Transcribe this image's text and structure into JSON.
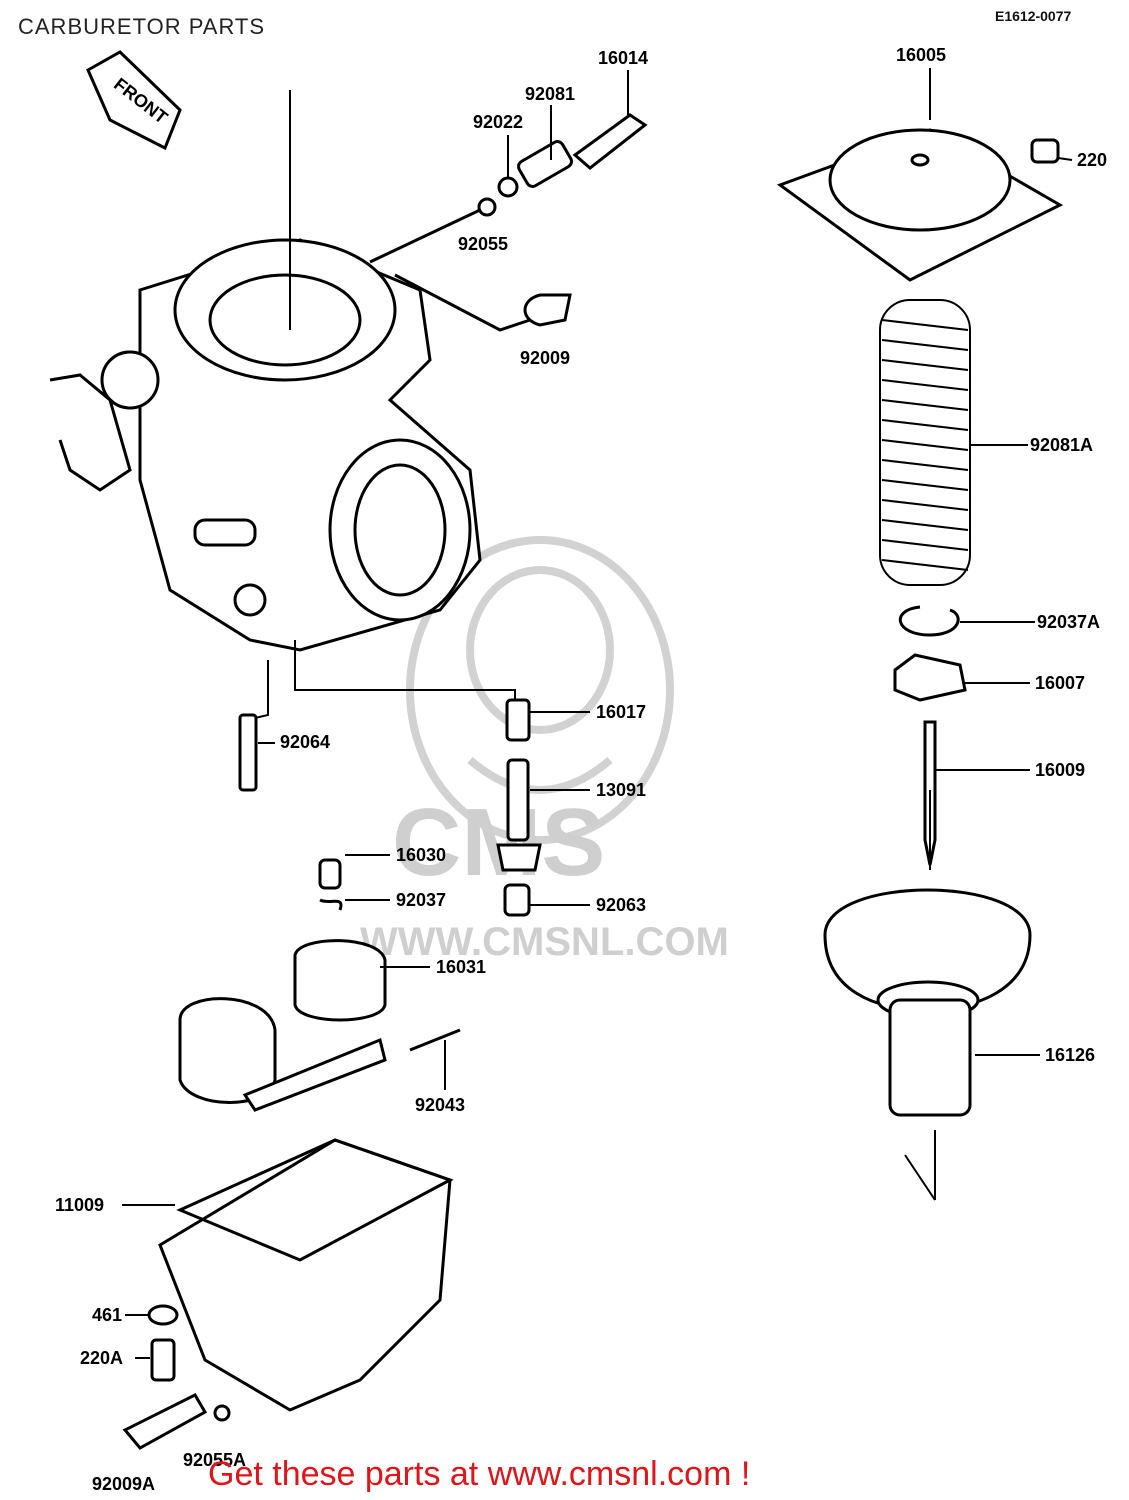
{
  "title": "CARBURETOR PARTS",
  "diagram_code": "E1612-0077",
  "front_tag": "FRONT",
  "watermark": {
    "brand": "CMS",
    "url": "WWW.CMSNL.COM"
  },
  "promo": "Get these parts at www.cmsnl.com !",
  "parts": {
    "p16014": "16014",
    "p92081": "92081",
    "p92022": "92022",
    "p92055": "92055",
    "p92009": "92009",
    "p16005": "16005",
    "p220": "220",
    "p92081A": "92081A",
    "p92037A": "92037A",
    "p16007": "16007",
    "p16009": "16009",
    "p16017": "16017",
    "p92064": "92064",
    "p13091": "13091",
    "p16030": "16030",
    "p92037": "92037",
    "p92063": "92063",
    "p16031": "16031",
    "p92043": "92043",
    "p16126": "16126",
    "p11009": "11009",
    "p461": "461",
    "p220A": "220A",
    "p92055A": "92055A",
    "p92009A": "92009A"
  },
  "colors": {
    "line": "#000000",
    "promo": "#e0151a",
    "watermark": "#c9c9c9"
  }
}
